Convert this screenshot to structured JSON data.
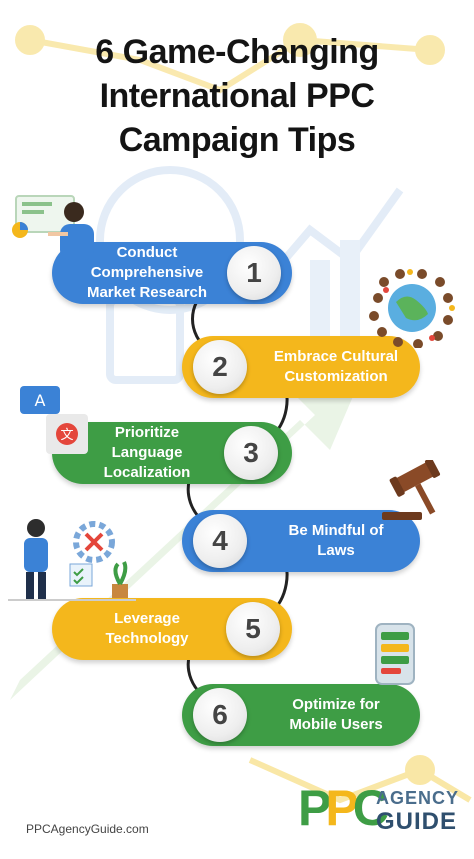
{
  "title": {
    "line1": "6 Game-Changing",
    "line2": "International PPC",
    "line3": "Campaign Tips"
  },
  "tips": [
    {
      "number": "1",
      "line1": "Conduct",
      "line2": "Comprehensive",
      "line3": "Market Research",
      "color": "#3b82d6"
    },
    {
      "number": "2",
      "line1": "Embrace Cultural",
      "line2": "Customization",
      "color": "#f4b71c"
    },
    {
      "number": "3",
      "line1": "Prioritize",
      "line2": "Language",
      "line3": "Localization",
      "color": "#3e9d45"
    },
    {
      "number": "4",
      "line1": "Be Mindful of",
      "line2": "Laws",
      "color": "#3b82d6"
    },
    {
      "number": "5",
      "line1": "Leverage",
      "line2": "Technology",
      "color": "#f4b71c"
    },
    {
      "number": "6",
      "line1": "Optimize for",
      "line2": "Mobile Users",
      "color": "#3e9d45"
    }
  ],
  "footer": {
    "url": "PPCAgencyGuide.com"
  },
  "logo": {
    "pp": "PPC",
    "agency": "AGENCY",
    "guide": "GUIDE"
  },
  "illustrations": {
    "translation_glyph_a": "A",
    "translation_glyph_wen": "文"
  },
  "colors": {
    "blue": "#3b82d6",
    "yellow": "#f4b71c",
    "green": "#3e9d45",
    "title": "#141414"
  }
}
